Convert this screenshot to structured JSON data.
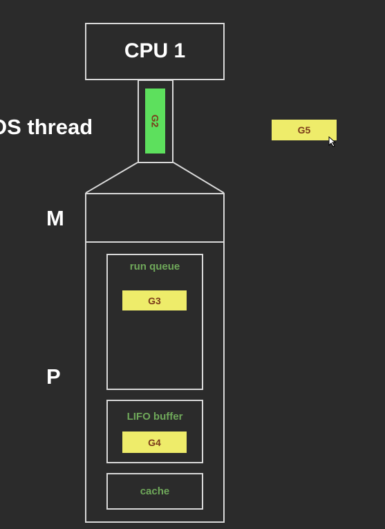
{
  "cpu": {
    "label": "CPU 1"
  },
  "os_thread": {
    "label": "OS thread",
    "running_goroutine": "G2"
  },
  "m": {
    "label": "M"
  },
  "p": {
    "label": "P",
    "run_queue": {
      "label": "run queue",
      "goroutines": [
        "G3"
      ]
    },
    "lifo_buffer": {
      "label": "LIFO buffer",
      "goroutines": [
        "G4"
      ]
    },
    "cache": {
      "label": "cache"
    }
  },
  "floating_goroutine": "G5",
  "colors": {
    "background": "#2b2b2b",
    "outline": "#d9d9d9",
    "goroutine_yellow": "#eeec6a",
    "goroutine_running_green": "#5de05d",
    "section_label_green": "#6fa85a"
  }
}
